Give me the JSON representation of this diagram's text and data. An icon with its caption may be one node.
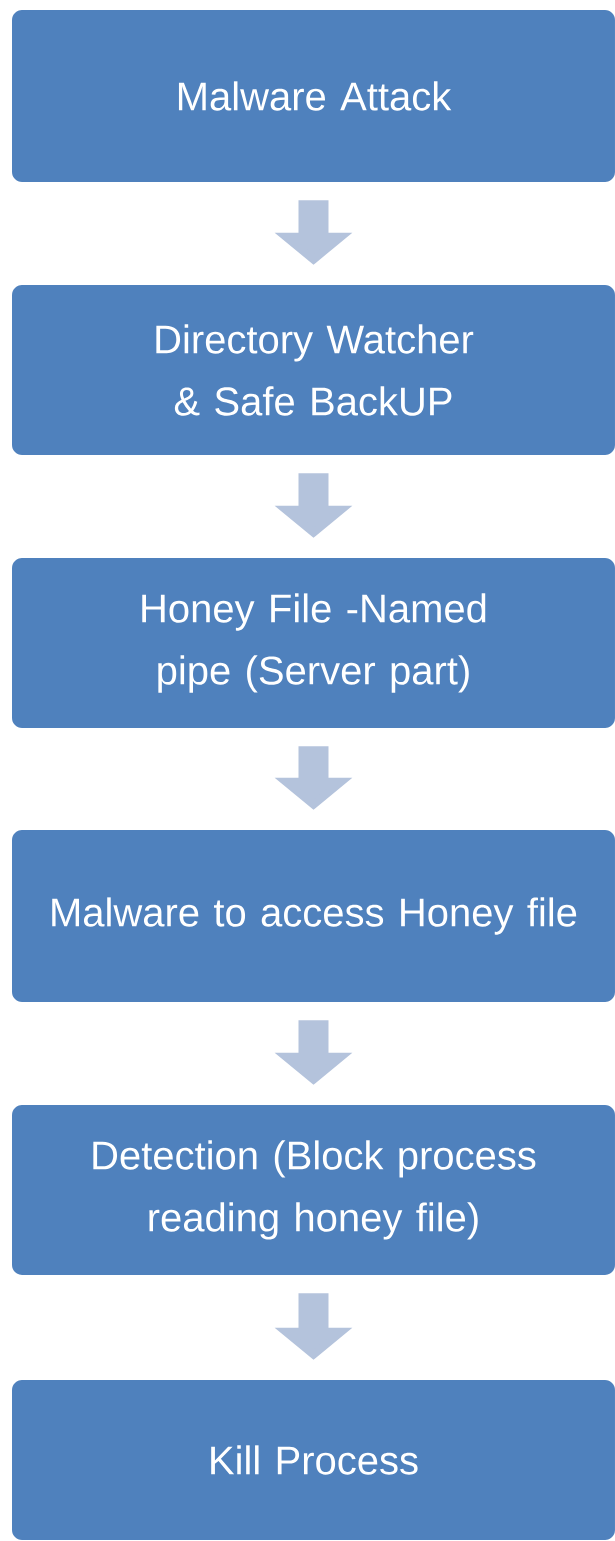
{
  "diagram": {
    "nodes": [
      {
        "text": [
          "Malware Attack"
        ]
      },
      {
        "text": [
          "Directory Watcher & Safe BackUP"
        ]
      },
      {
        "text": [
          "Honey File -Named pipe (Server part)"
        ]
      },
      {
        "text": [
          "Malware to access Honey file"
        ]
      },
      {
        "text": [
          "Detection (Block process reading honey file)"
        ]
      },
      {
        "text": [
          "Kill Process"
        ]
      }
    ],
    "edges": [
      {
        "from": 0,
        "to": 1,
        "arrow": "to"
      },
      {
        "from": 1,
        "to": 2,
        "arrow": "to"
      },
      {
        "from": 2,
        "to": 3,
        "arrow": "to"
      },
      {
        "from": 3,
        "to": 4,
        "arrow": "to"
      },
      {
        "from": 4,
        "to": 5,
        "arrow": "to"
      }
    ]
  }
}
